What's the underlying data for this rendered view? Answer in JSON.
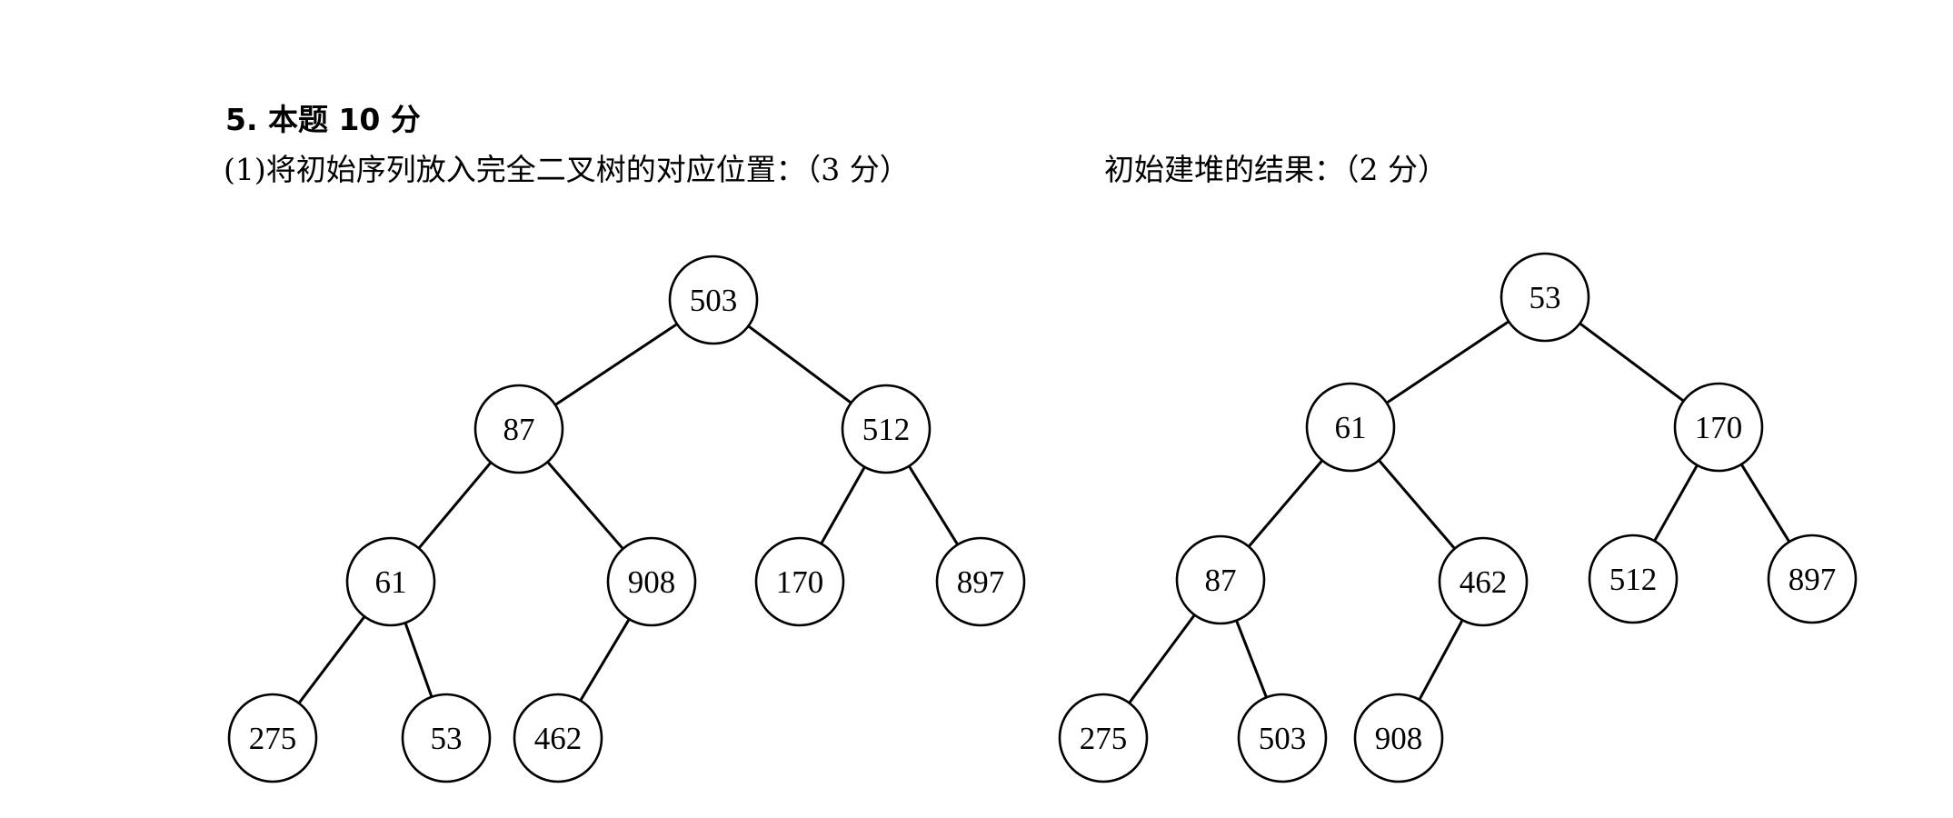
{
  "question": {
    "heading": "5. 本题 10 分",
    "part1_caption": "(1)将初始序列放入完全二叉树的对应位置：（3 分）",
    "part2_caption": "初始建堆的结果：（2 分）"
  },
  "trees": [
    {
      "id": "initial-sequence-tree",
      "nodes": [
        "503",
        "87",
        "512",
        "61",
        "908",
        "170",
        "897",
        "275",
        "53",
        "462"
      ]
    },
    {
      "id": "initial-heap-tree",
      "nodes": [
        "53",
        "61",
        "170",
        "87",
        "462",
        "512",
        "897",
        "275",
        "503",
        "908"
      ]
    }
  ]
}
